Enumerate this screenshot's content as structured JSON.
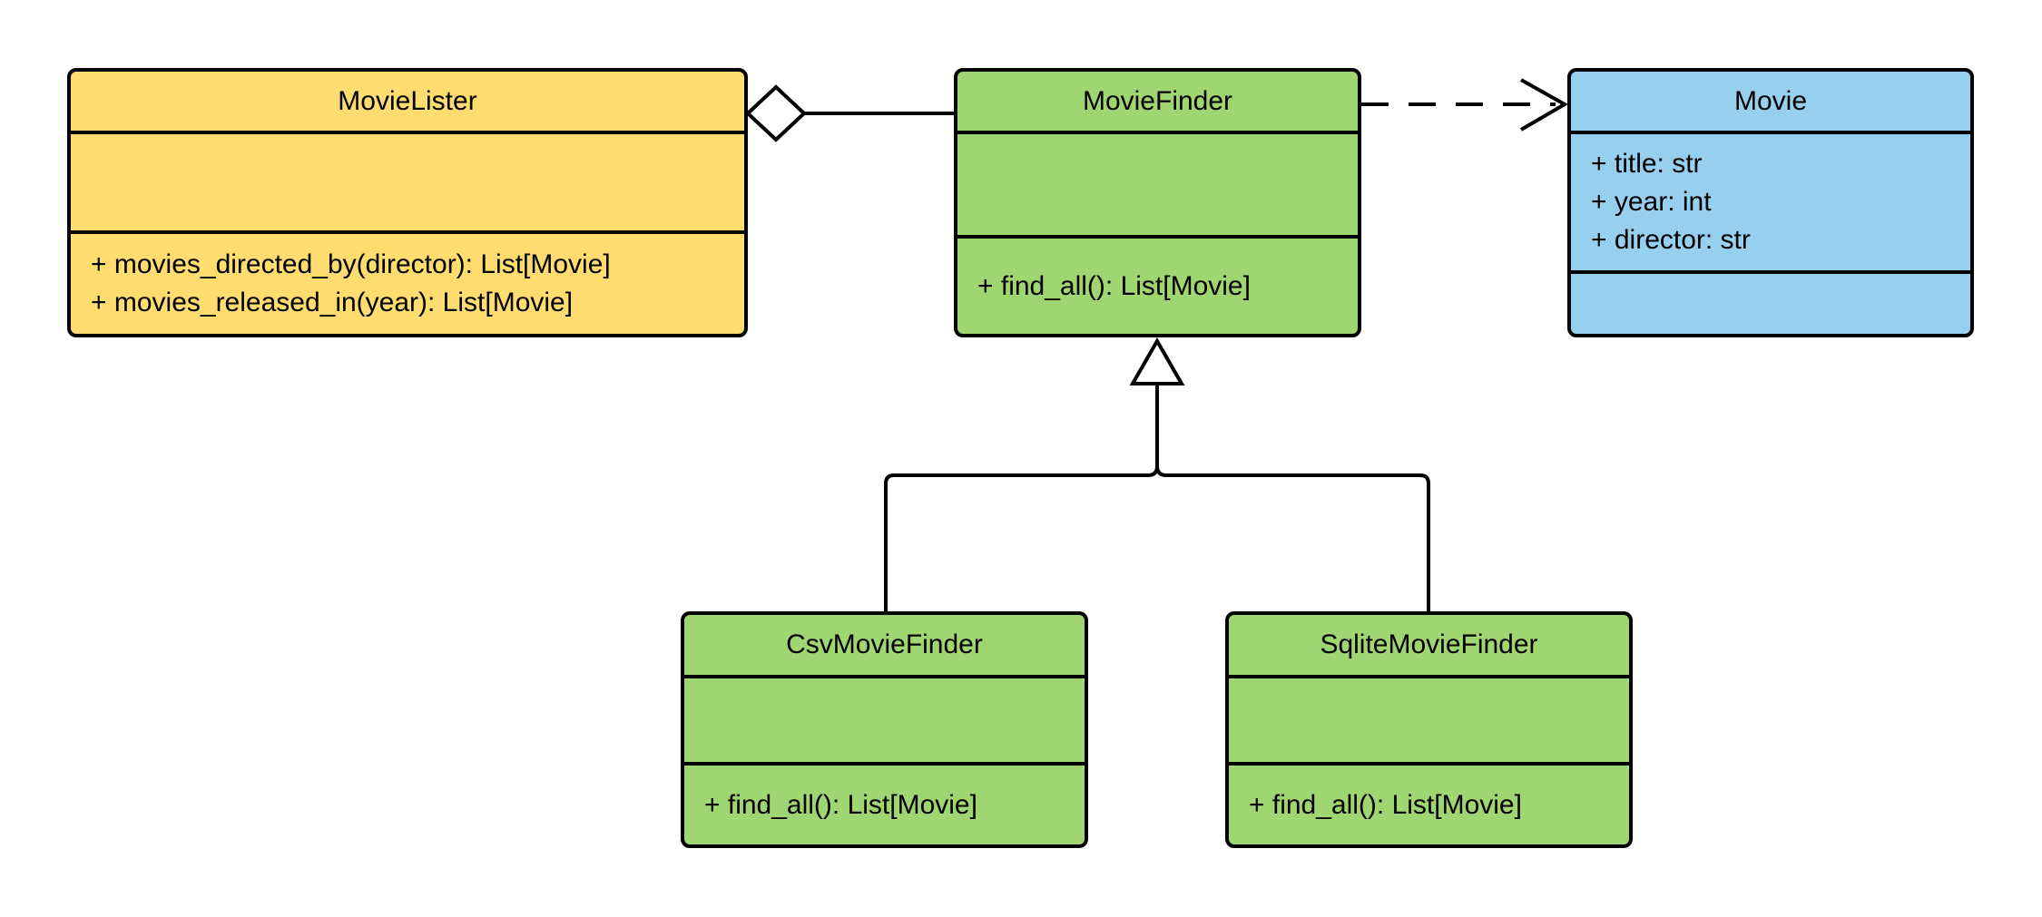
{
  "colors": {
    "class_yellow": "#FEDC70",
    "class_green": "#A0D672",
    "class_blue": "#97CFEF",
    "stroke": "#000000",
    "marker_fill": "#FFFFFF",
    "background": "#FFFFFF"
  },
  "classes": [
    {
      "name": "MovieLister",
      "fill": "#FEDC70",
      "attributes": [],
      "methods": [
        "+ movies_directed_by(director): List[Movie]",
        "+ movies_released_in(year): List[Movie]"
      ]
    },
    {
      "name": "MovieFinder",
      "fill": "#A0D672",
      "attributes": [],
      "methods": [
        "+ find_all(): List[Movie]"
      ]
    },
    {
      "name": "Movie",
      "fill": "#97CFEF",
      "attributes": [
        "+ title: str",
        "+ year: int",
        "+ director: str"
      ],
      "methods": []
    },
    {
      "name": "CsvMovieFinder",
      "fill": "#A0D672",
      "attributes": [],
      "methods": [
        "+ find_all(): List[Movie]"
      ]
    },
    {
      "name": "SqliteMovieFinder",
      "fill": "#A0D672",
      "attributes": [],
      "methods": [
        "+ find_all(): List[Movie]"
      ]
    }
  ],
  "relationships": [
    {
      "type": "aggregation",
      "from": "MovieLister",
      "to": "MovieFinder",
      "marker": "hollow-diamond",
      "line": "solid"
    },
    {
      "type": "dependency",
      "from": "MovieFinder",
      "to": "Movie",
      "marker": "open-arrow",
      "line": "dashed"
    },
    {
      "type": "generalization",
      "from": "CsvMovieFinder",
      "to": "MovieFinder",
      "marker": "hollow-triangle",
      "line": "solid"
    },
    {
      "type": "generalization",
      "from": "SqliteMovieFinder",
      "to": "MovieFinder",
      "marker": "hollow-triangle",
      "line": "solid"
    }
  ]
}
